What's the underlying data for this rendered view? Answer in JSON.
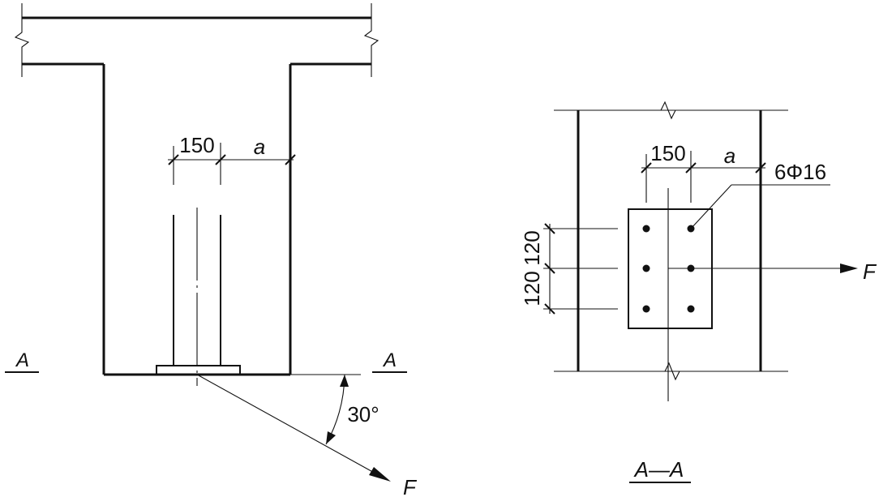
{
  "left_view": {
    "dim_width": "150",
    "dim_offset": "a",
    "section_mark_left": "A",
    "section_mark_right": "A",
    "angle": "30°",
    "force": "F"
  },
  "section_view": {
    "dim_width": "150",
    "dim_offset": "a",
    "rebar": "6Φ16",
    "dim_spacing_1": "120",
    "dim_spacing_2": "120",
    "force": "F",
    "title": "A—A"
  }
}
